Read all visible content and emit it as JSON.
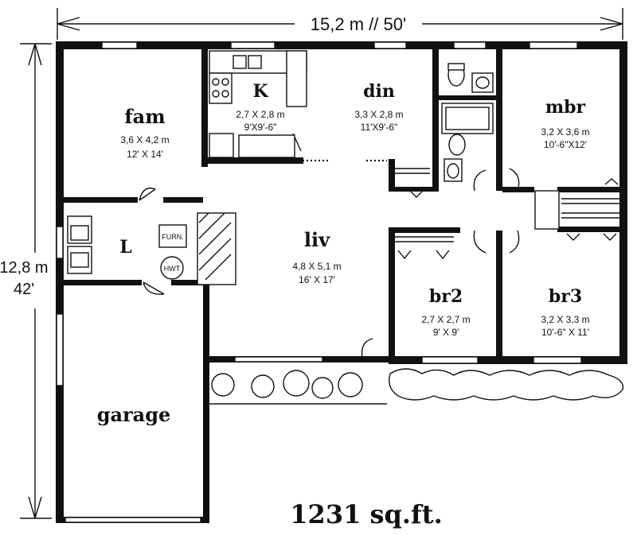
{
  "overall": {
    "width_label": "15,2 m // 50'",
    "depth_metric": "12,8 m",
    "depth_imperial": "42'"
  },
  "rooms": {
    "fam": {
      "name": "fam",
      "metric": "3,6 X 4,2 m",
      "imperial": "12' X 14'"
    },
    "kitchen": {
      "name": "K",
      "metric": "2,7 X 2,8 m",
      "imperial": "9'X9'-6\""
    },
    "din": {
      "name": "din",
      "metric": "3,3 X 2,8 m",
      "imperial": "11'X9'-6\""
    },
    "mbr": {
      "name": "mbr",
      "metric": "3,2 X 3,6 m",
      "imperial": "10'-6\"X12'"
    },
    "laundry": {
      "name": "L"
    },
    "liv": {
      "name": "liv",
      "metric": "4,8 X 5,1 m",
      "imperial": "16' X 17'"
    },
    "br2": {
      "name": "br2",
      "metric": "2,7 X 2,7 m",
      "imperial": "9' X 9'"
    },
    "br3": {
      "name": "br3",
      "metric": "3,2 X 3,3 m",
      "imperial": "10'-6\" X 11'"
    },
    "garage": {
      "name": "garage"
    }
  },
  "fixtures": {
    "furnace": "FURN.",
    "water_heater": "HWT"
  },
  "area_label": "1231 sq.ft."
}
